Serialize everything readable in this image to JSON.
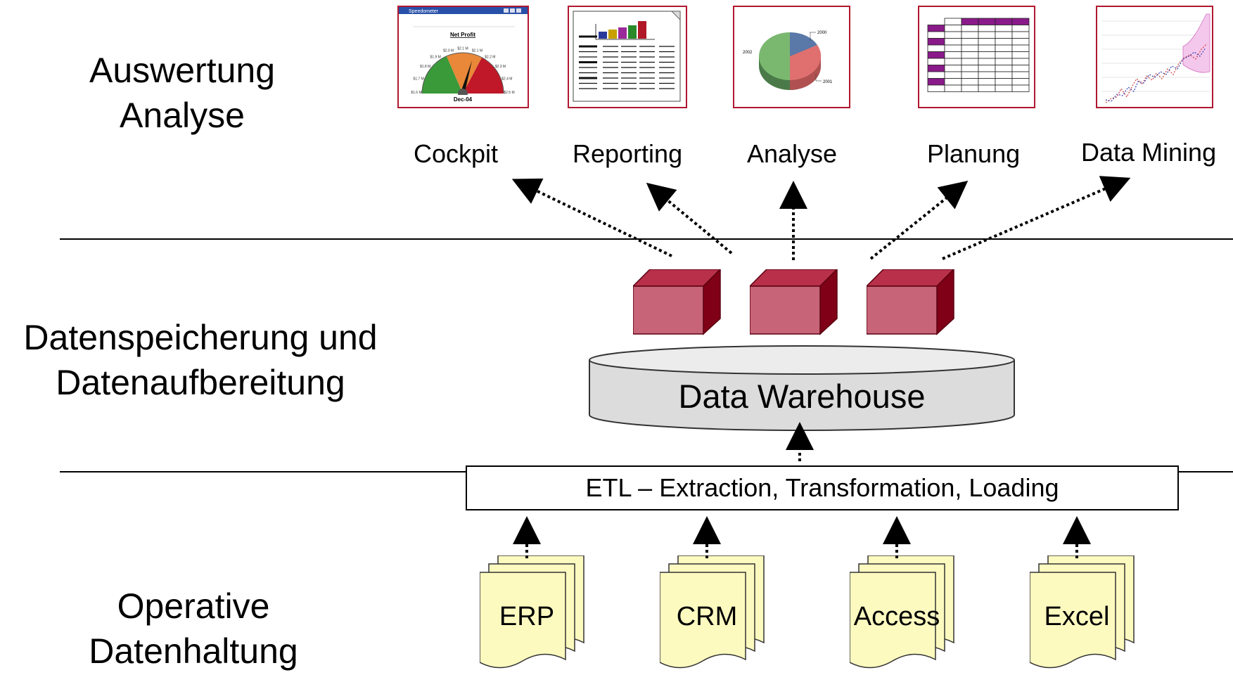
{
  "layers": {
    "top": {
      "line1": "Auswertung",
      "line2": "Analyse"
    },
    "middle": {
      "line1": "Datenspeicherung und",
      "line2": "Datenaufbereitung"
    },
    "bottom": {
      "line1": "Operative",
      "line2": "Datenhaltung"
    }
  },
  "tools": [
    {
      "label": "Cockpit"
    },
    {
      "label": "Reporting"
    },
    {
      "label": "Analyse"
    },
    {
      "label": "Planung"
    },
    {
      "label": "Data Mining"
    }
  ],
  "speedometer": {
    "window_title": "Speedometer",
    "chart_title": "Net Profit",
    "footer": "Dec-04",
    "tick_labels": [
      "$1.6 M",
      "$1.7 M",
      "$1.8 M",
      "$1.9 M",
      "$2.0 M",
      "$2.1 M",
      "$2.1 M",
      "$2.2 M",
      "$2.3 M",
      "$2.4 M",
      "$2.5 M"
    ]
  },
  "pie_thumb": {
    "labels": [
      "2000",
      "2001",
      "2002"
    ]
  },
  "warehouse": {
    "label": "Data Warehouse"
  },
  "etl": {
    "label": "ETL – Extraction, Transformation, Loading"
  },
  "sources": [
    {
      "label": "ERP"
    },
    {
      "label": "CRM"
    },
    {
      "label": "Access"
    },
    {
      "label": "Excel"
    }
  ],
  "colors": {
    "cube_front": "#c86478",
    "cube_top": "#b8304a",
    "cube_side": "#800018",
    "thumb_border": "#b01830",
    "cylinder": "#dcdcdc",
    "document": "#fdfac0"
  }
}
